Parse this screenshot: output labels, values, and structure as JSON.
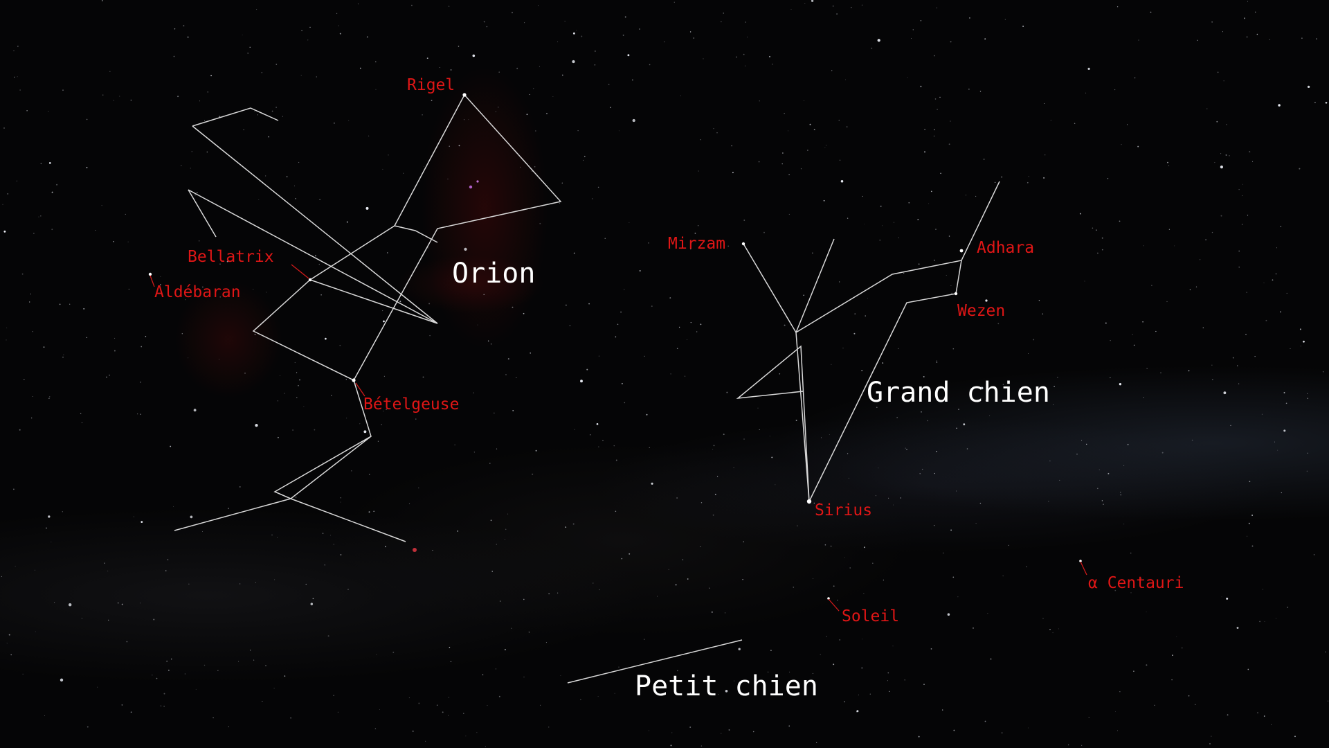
{
  "constellations": {
    "orion": "Orion",
    "grand_chien": "Grand chien",
    "petit_chien": "Petit chien"
  },
  "stars": {
    "rigel": "Rigel",
    "bellatrix": "Bellatrix",
    "aldebaran": "Aldébaran",
    "betelgeuse": "Bételgeuse",
    "mirzam": "Mirzam",
    "adhara": "Adhara",
    "wezen": "Wezen",
    "sirius": "Sirius",
    "soleil": "Soleil",
    "alpha_centauri": "α Centauri"
  },
  "colors": {
    "background": "#050506",
    "constellation_lines": "#d9d9d9",
    "star_labels": "#e01616",
    "constellation_labels": "#ffffff"
  }
}
